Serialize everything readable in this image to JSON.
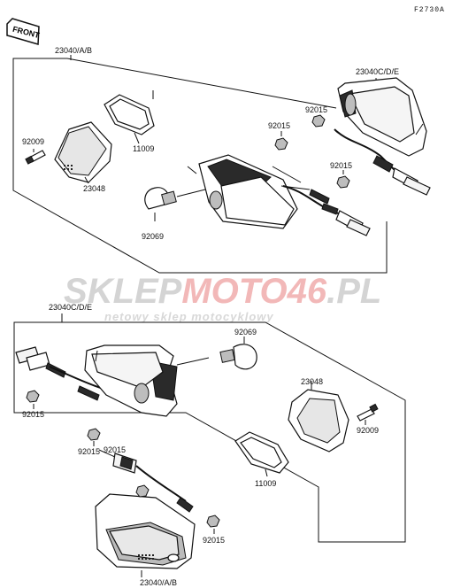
{
  "figure_code": "F2730A",
  "front_arrow_label": "FRONT",
  "watermark": {
    "part1": "SKLEP",
    "part2": "MOTO46",
    "part3": ".PL",
    "tagline": "netowy sklep motocyklowy",
    "color_light": "#d4d4d4",
    "color_accent": "#f2b8b8"
  },
  "top_group": {
    "assembly_label": "23040/A/B",
    "inset_label": "23040C/D/E",
    "callouts": {
      "lens_gasket": "11009",
      "screw": "92009",
      "lens": "23048",
      "nut_left": "92015",
      "nut_inset": "92015",
      "nut_right": "92015",
      "bulb": "92069"
    }
  },
  "bottom_group": {
    "assembly_label": "23040C/D/E",
    "inset_label": "23040/A/B",
    "callouts": {
      "bulb": "92069",
      "lens": "23048",
      "nut_left": "92015",
      "screw": "92009",
      "nut_mid": "92015",
      "nut_lower": "92015",
      "nut_inset": "92015",
      "lens_gasket": "11009"
    }
  }
}
